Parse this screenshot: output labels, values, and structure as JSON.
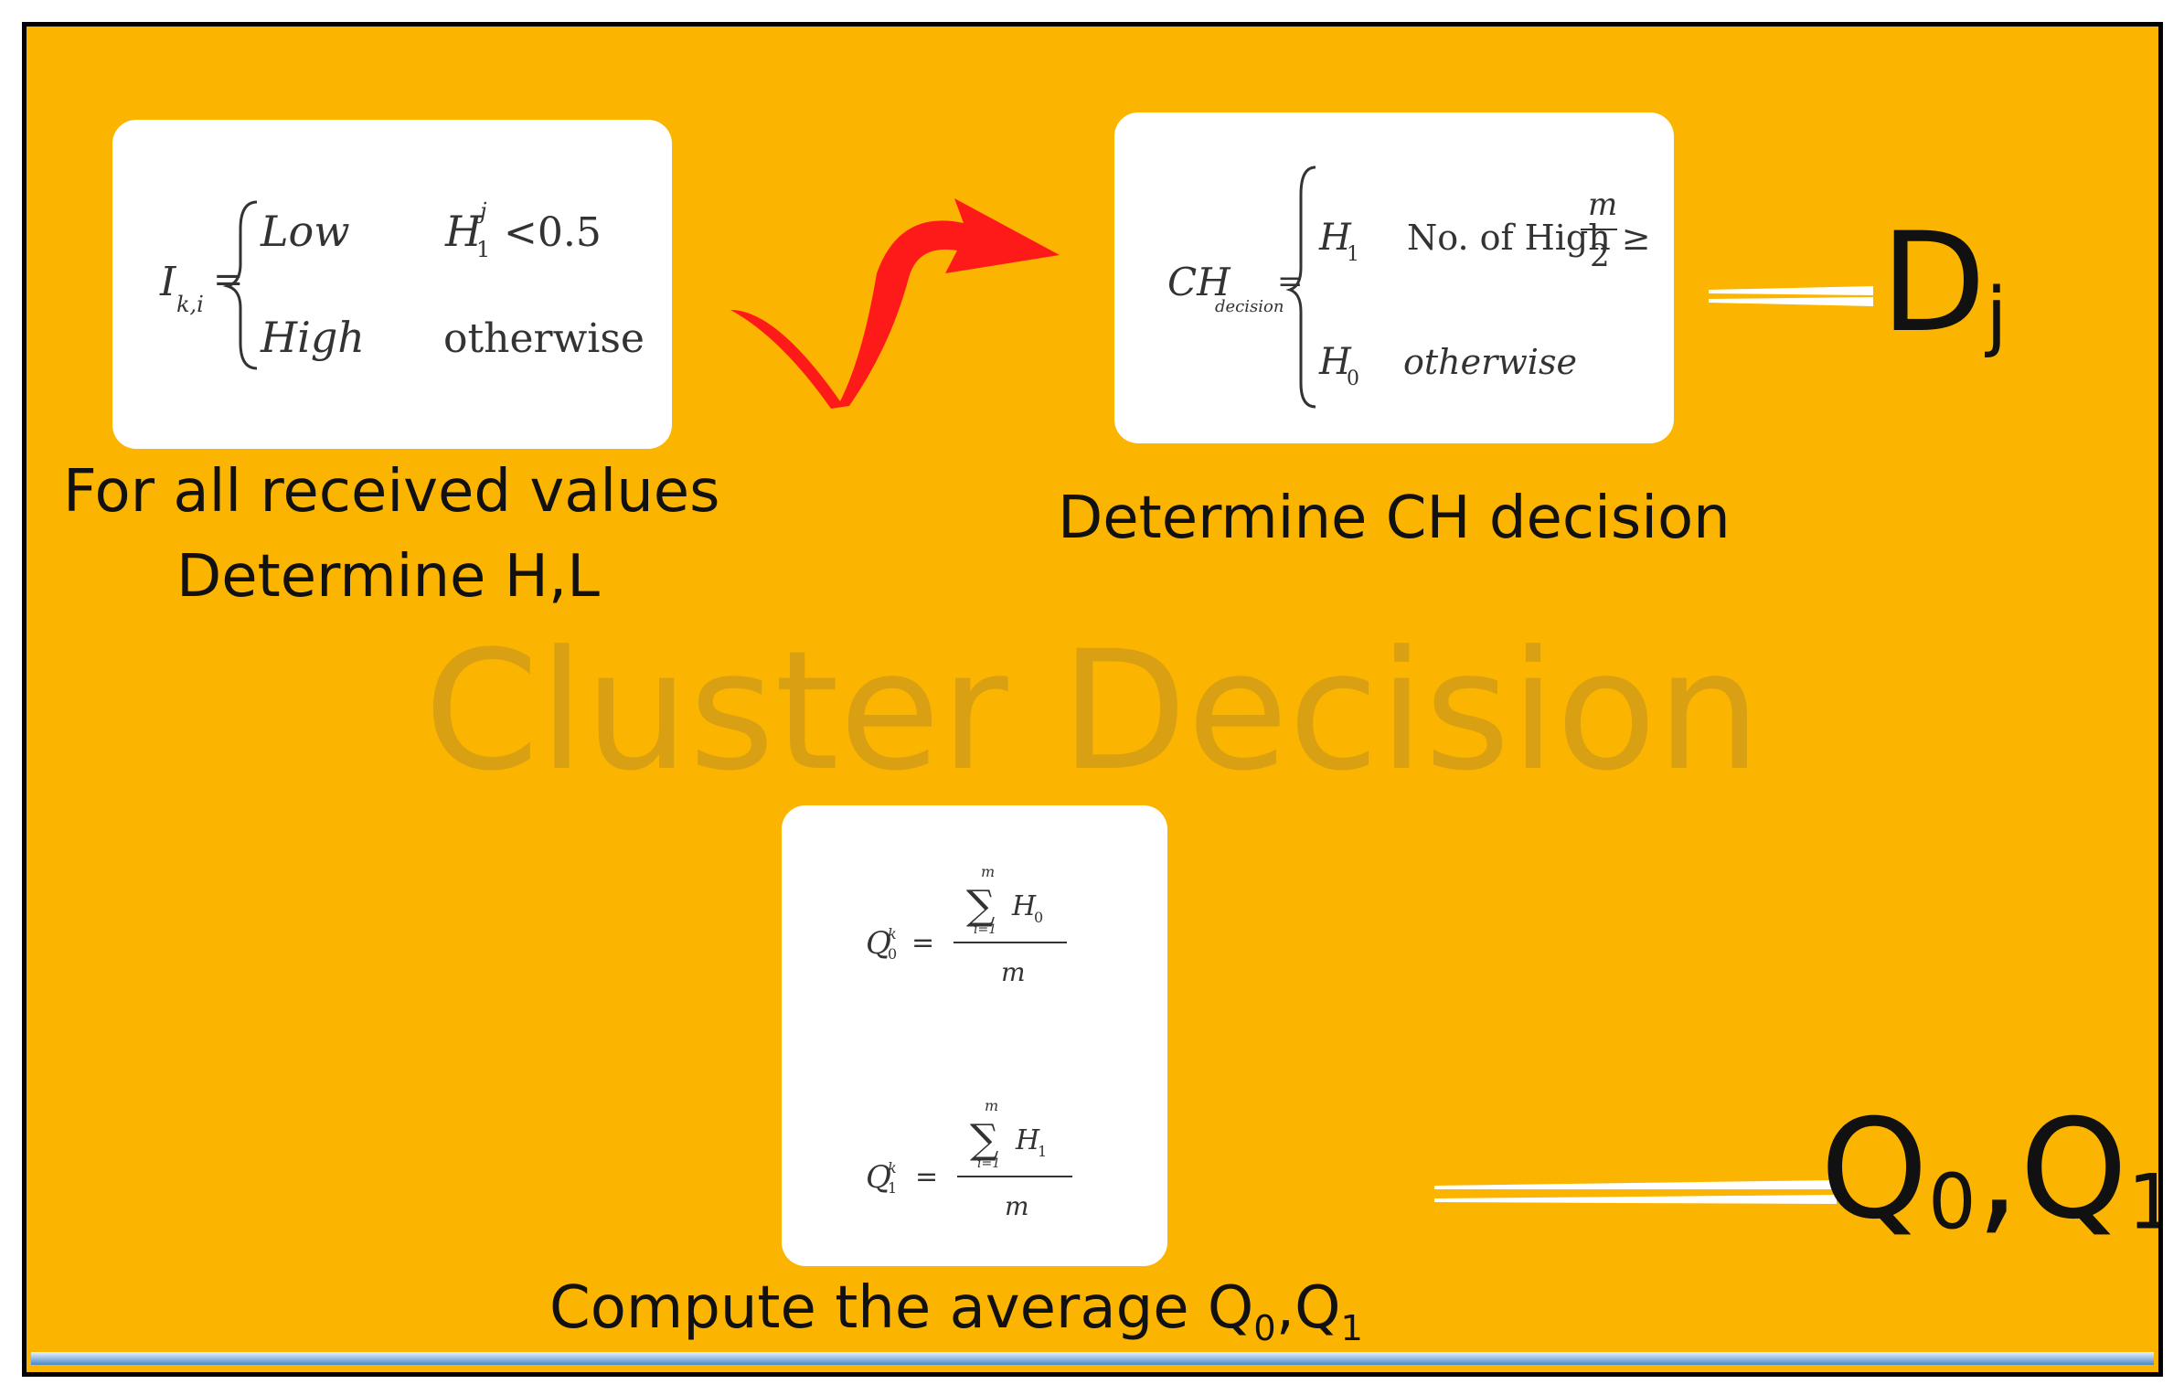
{
  "watermark": "Cluster Decision",
  "step1": {
    "caption_line1": "For all received values",
    "caption_line2": "Determine H,L",
    "formula": {
      "lhs": "I",
      "lhs_sub": "k,i",
      "case1_value": "Low",
      "case1_condition": "H",
      "case1_condition_sup": "j",
      "case1_condition_sub": "1",
      "case1_threshold": "<0.5",
      "case2_value": "High",
      "case2_condition": "otherwise"
    }
  },
  "step2": {
    "caption": "Determine CH decision",
    "formula": {
      "lhs": "CH",
      "lhs_sub": "decision",
      "case1_value": "H",
      "case1_value_sub": "1",
      "case1_condition": "No. of High ≥",
      "fraction_num": "m",
      "fraction_den": "2",
      "case2_value": "H",
      "case2_value_sub": "0",
      "case2_condition": "otherwise"
    },
    "output_label": "D",
    "output_label_sub": "j"
  },
  "step3": {
    "caption_main": "Compute the average Q",
    "caption_sub0": "0",
    "caption_mid": ",Q",
    "caption_sub1": "1",
    "formula_q0": {
      "lhs": "Q",
      "lhs_sup": "k",
      "lhs_sub": "0",
      "sum_top": "m",
      "sum_bottom": "i=1",
      "term": "H",
      "term_sub": "0",
      "denominator": "m"
    },
    "formula_q1": {
      "lhs": "Q",
      "lhs_sup": "k",
      "lhs_sub": "1",
      "sum_top": "m",
      "sum_bottom": "i=1",
      "term": "H",
      "term_sub": "1",
      "denominator": "m"
    },
    "output_label_a": "Q",
    "output_label_a_sub": "0",
    "output_label_sep": ",Q",
    "output_label_b_sub": "1"
  },
  "colors": {
    "background": "#fbb400",
    "arrow": "#ff1a1a",
    "watermark": "#d8a012"
  }
}
